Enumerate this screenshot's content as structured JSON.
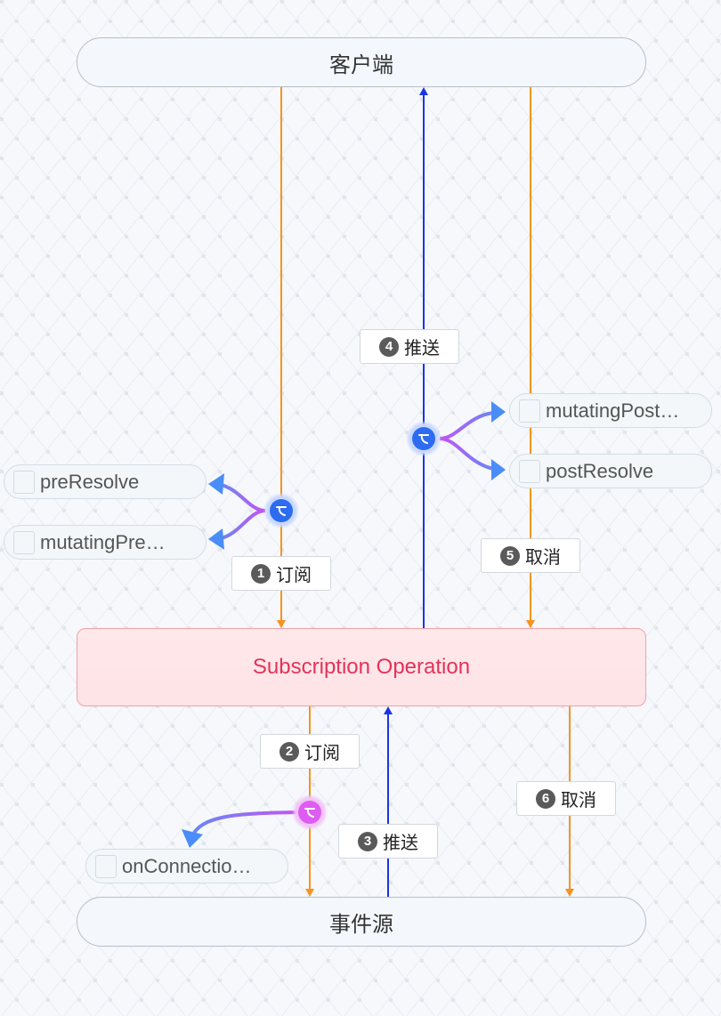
{
  "nodes": {
    "client": "客户端",
    "operation": "Subscription Operation",
    "event_source": "事件源"
  },
  "edges": [
    {
      "num": "1",
      "label": "订阅"
    },
    {
      "num": "2",
      "label": "订阅"
    },
    {
      "num": "3",
      "label": "推送"
    },
    {
      "num": "4",
      "label": "推送"
    },
    {
      "num": "5",
      "label": "取消"
    },
    {
      "num": "6",
      "label": "取消"
    }
  ],
  "hooks": {
    "pre_resolve": "preResolve",
    "mutating_pre": "mutatingPre…",
    "mutating_post": "mutatingPost…",
    "post_resolve": "postResolve",
    "on_connection": "onConnectio…"
  },
  "icons": {
    "hook_hub": "branch-hook-icon",
    "hook_item": "image-placeholder-icon"
  },
  "colors": {
    "subscribe_cancel": "#f7931e",
    "push": "#1a35e8",
    "operation_text": "#e3335a",
    "hook_blue": "#2d6cf0",
    "hook_pink": "#de5cf2",
    "arrow_head": "#4a8df8"
  }
}
